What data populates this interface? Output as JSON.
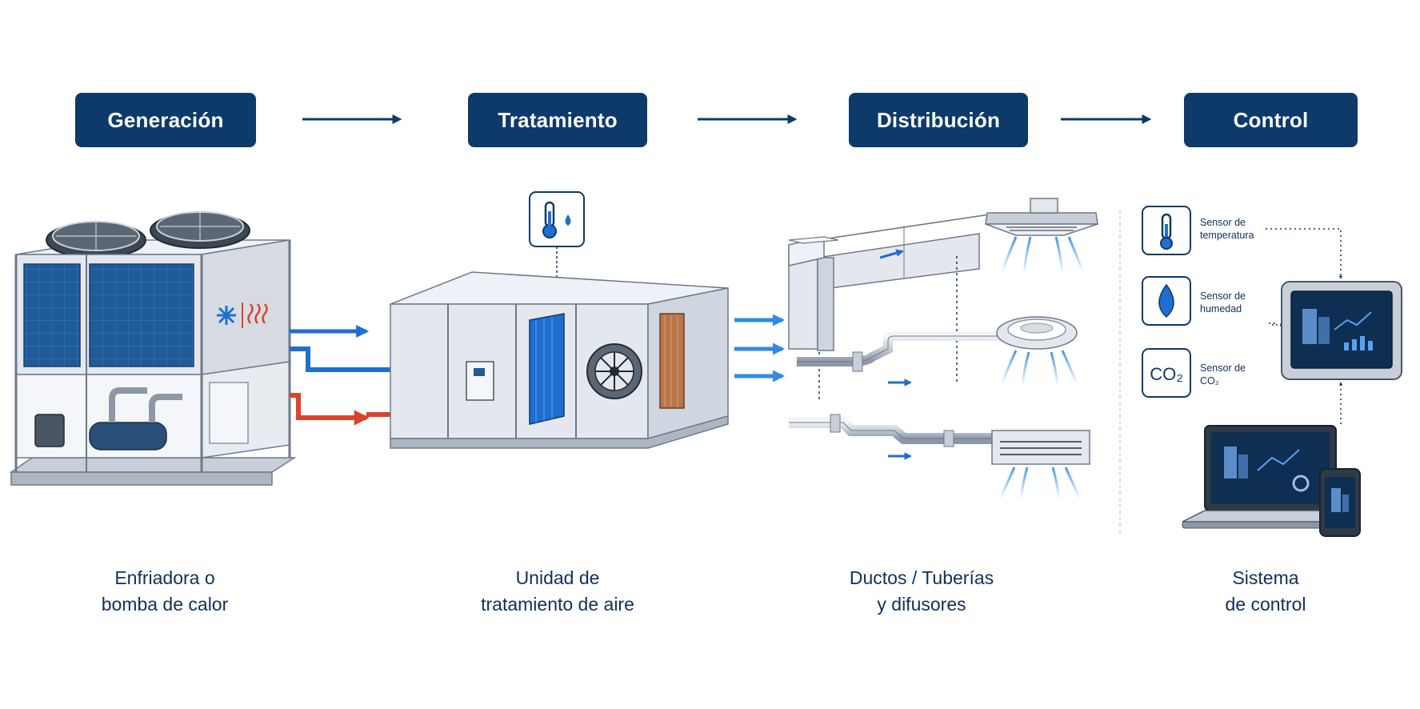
{
  "stages": [
    {
      "header": "Generación",
      "caption_line1": "Enfriadora o",
      "caption_line2": "bomba de calor"
    },
    {
      "header": "Tratamiento",
      "caption_line1": "Unidad de",
      "caption_line2": "tratamiento de aire"
    },
    {
      "header": "Distribución",
      "caption_line1": "Ductos / Tuberías",
      "caption_line2": "y difusores"
    },
    {
      "header": "Control",
      "caption_line1": "Sistema",
      "caption_line2": "de control"
    }
  ],
  "sensors": [
    {
      "line1": "Sensor de",
      "line2": "temperatura",
      "icon": "thermometer-icon"
    },
    {
      "line1": "Sensor de",
      "line2": "humedad",
      "icon": "water-drop-icon"
    },
    {
      "line1": "Sensor de",
      "line2": "CO₂",
      "icon": "co2-icon",
      "icon_text": "CO₂"
    }
  ],
  "colors": {
    "header_bg": "#0d3a6b",
    "header_text": "#ffffff",
    "cold_line": "#1f6fd1",
    "hot_line": "#d9452b",
    "air_flow": "#2f8be6",
    "equipment_panel": "#e4e8ee",
    "coil_panel": "#1f5a99"
  }
}
